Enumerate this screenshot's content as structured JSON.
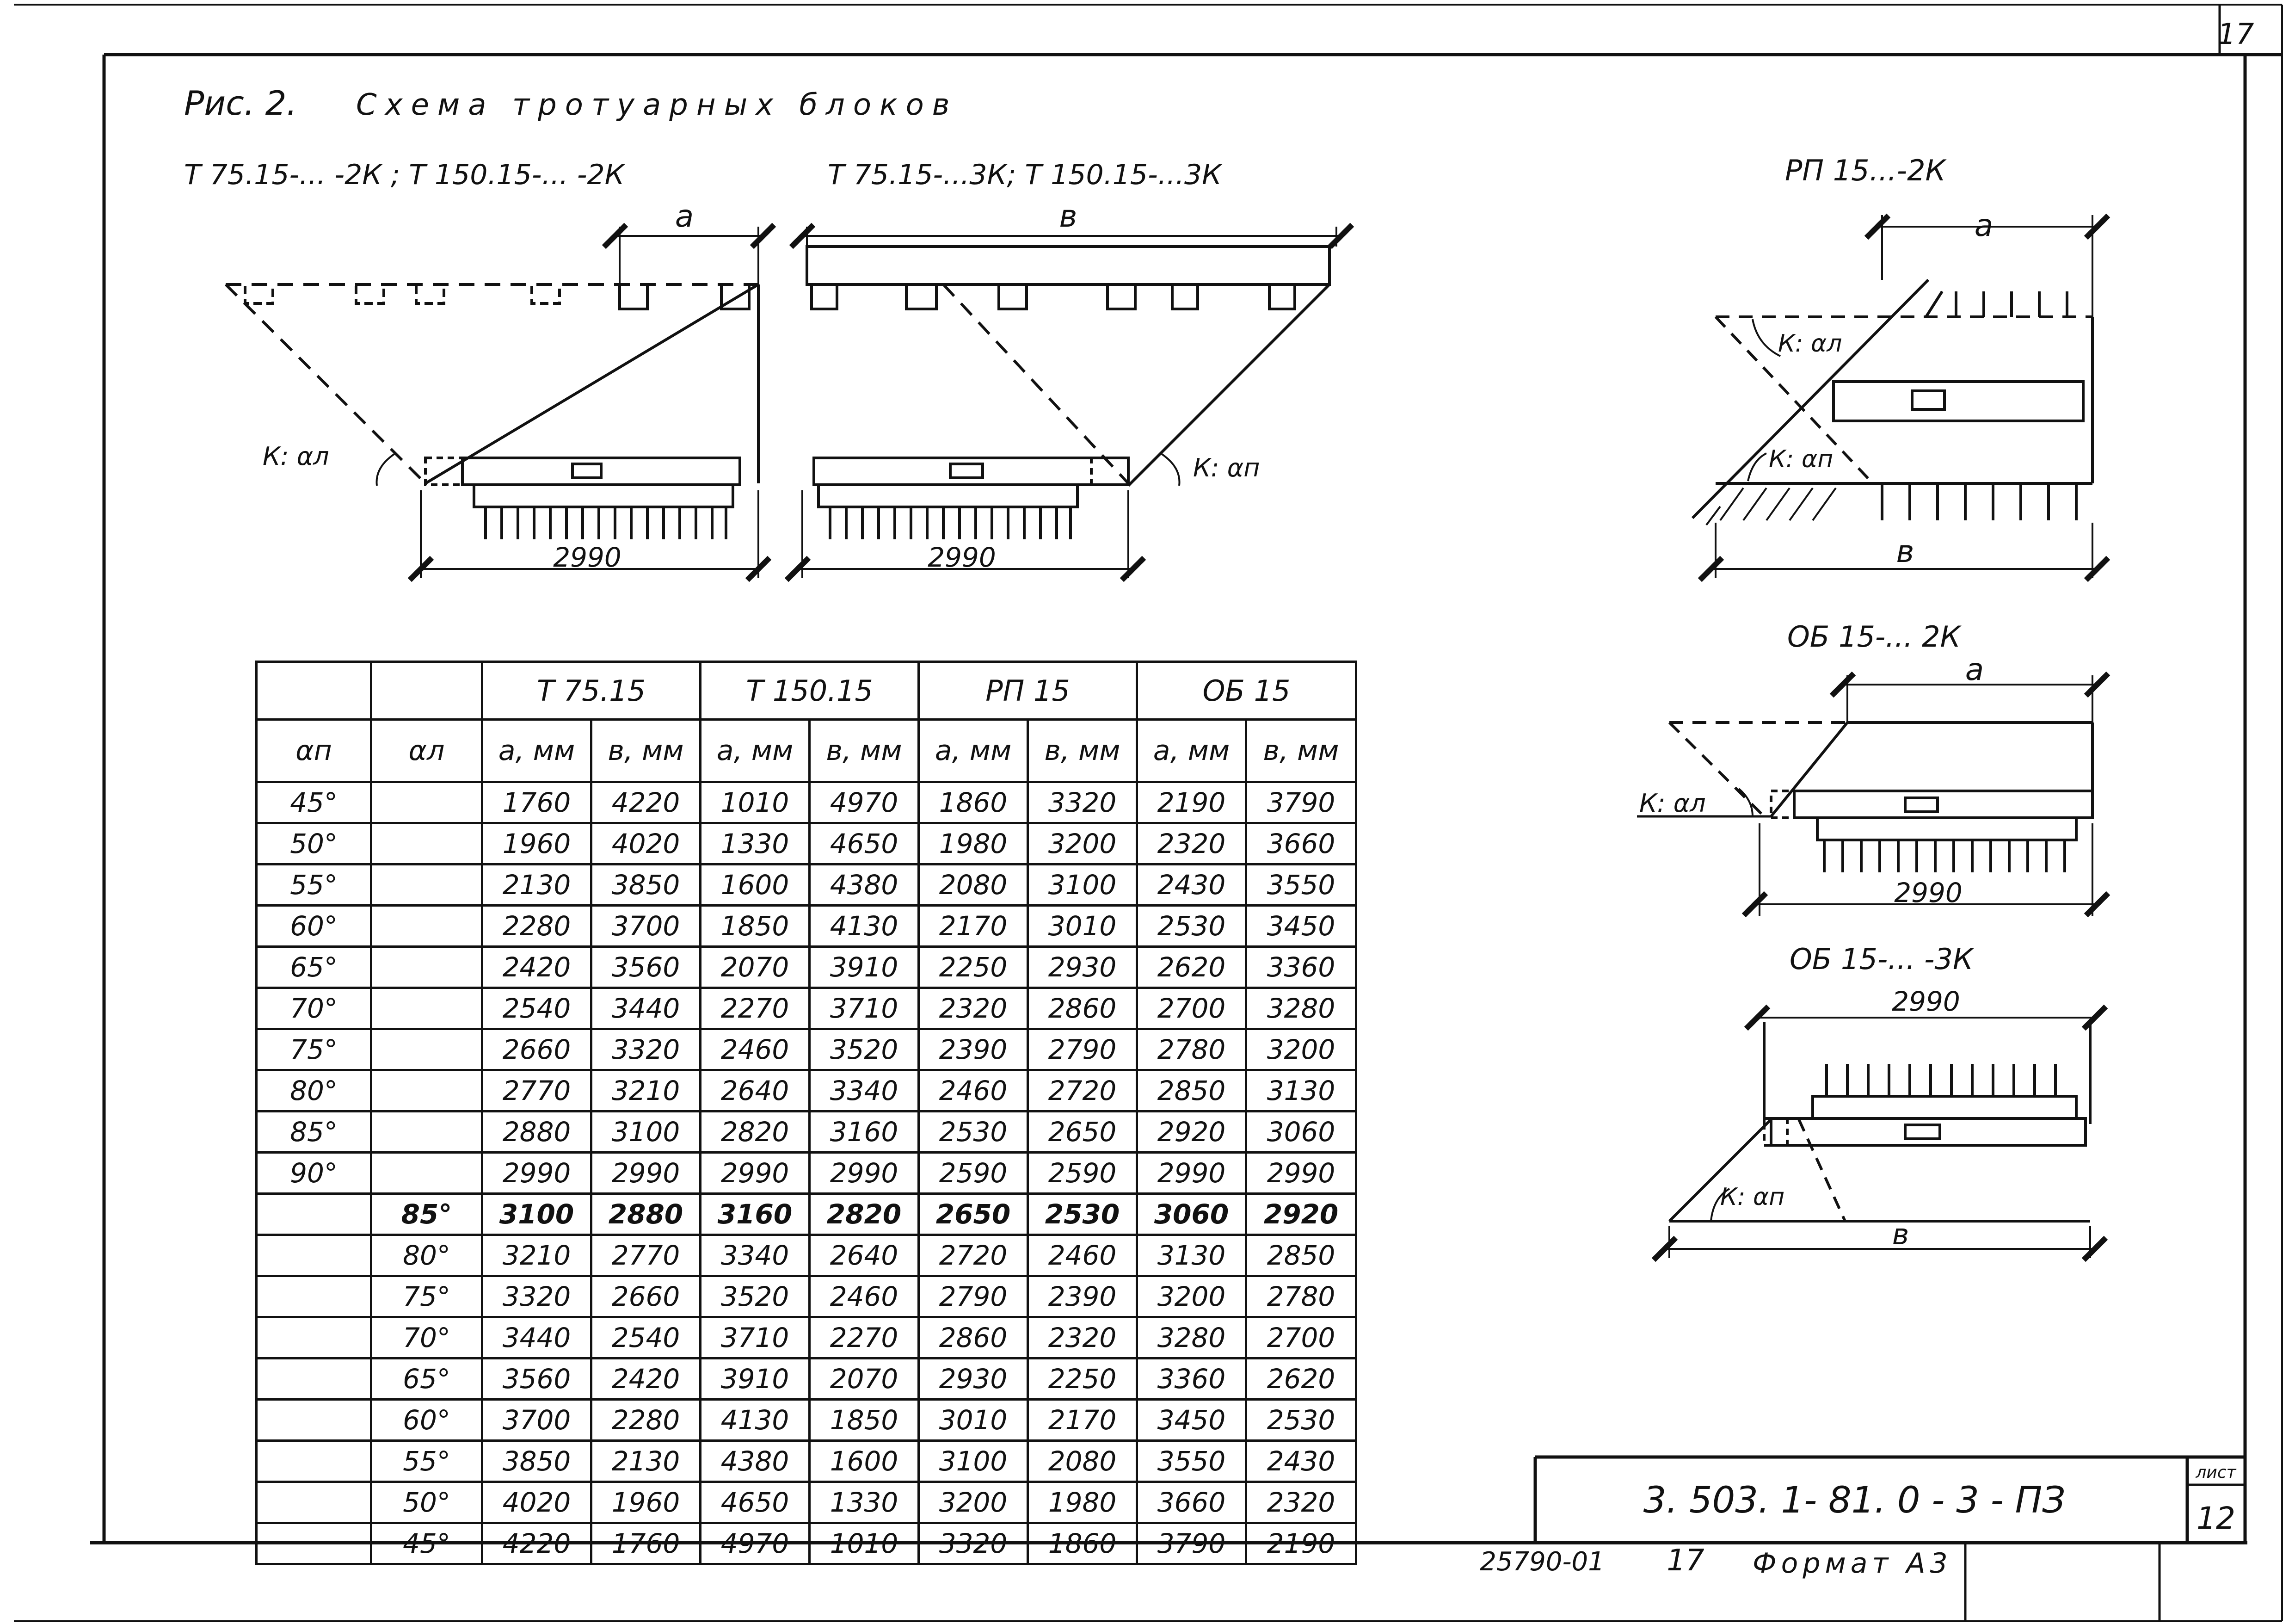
{
  "sheet": {
    "corner_number": "17",
    "figure_label": "Рис. 2.",
    "figure_title": "Схема тротуарных блоков",
    "doc_code": "3. 503. 1- 81. 0 - 3 - ПЗ",
    "list_label": "лист",
    "list_number": "12",
    "inv_number": "25790-01",
    "bottom_page": "17",
    "format": "Формат А3"
  },
  "diagrams": {
    "left_caption": "Т 75.15-... -2К ; Т 150.15-... -2К",
    "mid_caption": "Т 75.15-...3К; Т 150.15-...3К",
    "left_dim_a": "a",
    "left_angle": "К: αл",
    "left_width": "2990",
    "mid_dim_b": "в",
    "mid_angle": "К: αп",
    "mid_width": "2990",
    "rp_caption": "РП 15...-2К",
    "rp_dim_a": "a",
    "rp_angle_l": "К: αл",
    "rp_angle_p": "К: αп",
    "rp_dim_b": "в",
    "ob2_caption": "ОБ 15-... 2К",
    "ob2_dim_a": "a",
    "ob2_angle": "К: αл",
    "ob2_width": "2990",
    "ob3_caption": "ОБ 15-... -3К",
    "ob3_width": "2990",
    "ob3_angle": "К: αп",
    "ob3_dim_b": "в"
  },
  "table": {
    "col_alpha_p": "αп",
    "col_alpha_l": "αл",
    "groups": [
      "Т 75.15",
      "Т 150.15",
      "РП 15",
      "ОБ 15"
    ],
    "sub_headers": [
      "a, мм",
      "в, мм",
      "a, мм",
      "в, мм",
      "a, мм",
      "в, мм",
      "a, мм",
      "в, мм"
    ],
    "rows": [
      {
        "ap": "45°",
        "al": "",
        "v": [
          "1760",
          "4220",
          "1010",
          "4970",
          "1860",
          "3320",
          "2190",
          "3790"
        ]
      },
      {
        "ap": "50°",
        "al": "",
        "v": [
          "1960",
          "4020",
          "1330",
          "4650",
          "1980",
          "3200",
          "2320",
          "3660"
        ]
      },
      {
        "ap": "55°",
        "al": "",
        "v": [
          "2130",
          "3850",
          "1600",
          "4380",
          "2080",
          "3100",
          "2430",
          "3550"
        ]
      },
      {
        "ap": "60°",
        "al": "",
        "v": [
          "2280",
          "3700",
          "1850",
          "4130",
          "2170",
          "3010",
          "2530",
          "3450"
        ]
      },
      {
        "ap": "65°",
        "al": "",
        "v": [
          "2420",
          "3560",
          "2070",
          "3910",
          "2250",
          "2930",
          "2620",
          "3360"
        ]
      },
      {
        "ap": "70°",
        "al": "",
        "v": [
          "2540",
          "3440",
          "2270",
          "3710",
          "2320",
          "2860",
          "2700",
          "3280"
        ]
      },
      {
        "ap": "75°",
        "al": "",
        "v": [
          "2660",
          "3320",
          "2460",
          "3520",
          "2390",
          "2790",
          "2780",
          "3200"
        ]
      },
      {
        "ap": "80°",
        "al": "",
        "v": [
          "2770",
          "3210",
          "2640",
          "3340",
          "2460",
          "2720",
          "2850",
          "3130"
        ]
      },
      {
        "ap": "85°",
        "al": "",
        "v": [
          "2880",
          "3100",
          "2820",
          "3160",
          "2530",
          "2650",
          "2920",
          "3060"
        ]
      },
      {
        "ap": "90°",
        "al": "",
        "v": [
          "2990",
          "2990",
          "2990",
          "2990",
          "2590",
          "2590",
          "2990",
          "2990"
        ]
      },
      {
        "ap": "",
        "al": "85°",
        "v": [
          "3100",
          "2880",
          "3160",
          "2820",
          "2650",
          "2530",
          "3060",
          "2920"
        ]
      },
      {
        "ap": "",
        "al": "80°",
        "v": [
          "3210",
          "2770",
          "3340",
          "2640",
          "2720",
          "2460",
          "3130",
          "2850"
        ]
      },
      {
        "ap": "",
        "al": "75°",
        "v": [
          "3320",
          "2660",
          "3520",
          "2460",
          "2790",
          "2390",
          "3200",
          "2780"
        ]
      },
      {
        "ap": "",
        "al": "70°",
        "v": [
          "3440",
          "2540",
          "3710",
          "2270",
          "2860",
          "2320",
          "3280",
          "2700"
        ]
      },
      {
        "ap": "",
        "al": "65°",
        "v": [
          "3560",
          "2420",
          "3910",
          "2070",
          "2930",
          "2250",
          "3360",
          "2620"
        ]
      },
      {
        "ap": "",
        "al": "60°",
        "v": [
          "3700",
          "2280",
          "4130",
          "1850",
          "3010",
          "2170",
          "3450",
          "2530"
        ]
      },
      {
        "ap": "",
        "al": "55°",
        "v": [
          "3850",
          "2130",
          "4380",
          "1600",
          "3100",
          "2080",
          "3550",
          "2430"
        ]
      },
      {
        "ap": "",
        "al": "50°",
        "v": [
          "4020",
          "1960",
          "4650",
          "1330",
          "3200",
          "1980",
          "3660",
          "2320"
        ]
      },
      {
        "ap": "",
        "al": "45°",
        "v": [
          "4220",
          "1760",
          "4970",
          "1010",
          "3320",
          "1860",
          "3790",
          "2190"
        ]
      }
    ]
  }
}
